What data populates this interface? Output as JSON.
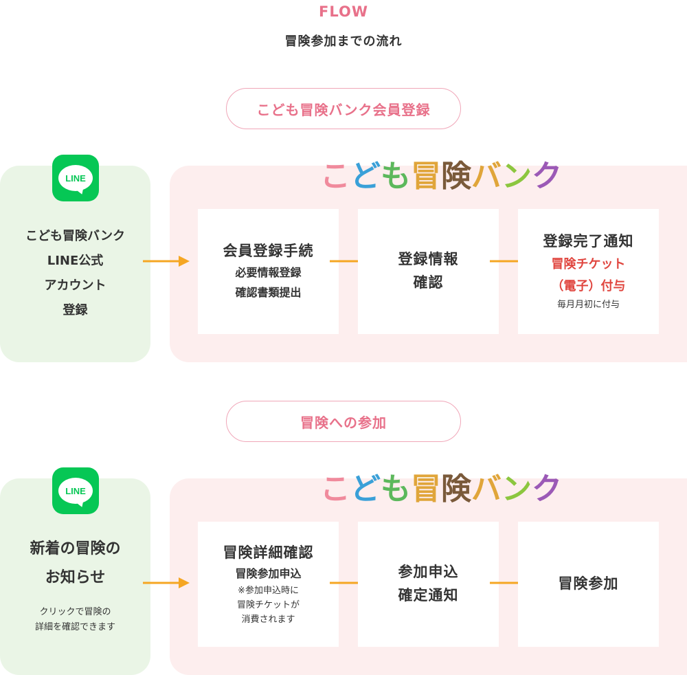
{
  "header": {
    "flow_label": "FLOW",
    "title": "冒険参加までの流れ"
  },
  "colors": {
    "accent_pink": "#e8718a",
    "arrow_orange": "#f5a623",
    "line_green": "#06c755",
    "red_text": "#e0463f"
  },
  "logo": {
    "chars": [
      {
        "char": "こ",
        "color": "#f08a9c"
      },
      {
        "char": "ど",
        "color": "#3aa0d8"
      },
      {
        "char": "も",
        "color": "#5cb85c"
      },
      {
        "char": "冒",
        "color": "#e0a53a"
      },
      {
        "char": "険",
        "color": "#7a5a3a"
      },
      {
        "char": "バ",
        "color": "#e0a53a"
      },
      {
        "char": "ン",
        "color": "#8cc63f"
      },
      {
        "char": "ク",
        "color": "#9b59b6"
      }
    ]
  },
  "section1": {
    "pill": "こども冒険バンク会員登録",
    "line_icon_text": "LINE",
    "left_lines": [
      "こども冒険バンク",
      "LINE公式",
      "アカウント",
      "登録"
    ],
    "cards": [
      {
        "title": "会員登録手続",
        "lines": [
          "必要情報登録",
          "確認書類提出"
        ]
      },
      {
        "title_lines": [
          "登録情報",
          "確認"
        ]
      },
      {
        "title": "登録完了通知",
        "red_lines": [
          "冒険チケット",
          "（電子）付与"
        ],
        "small": "毎月月初に付与"
      }
    ]
  },
  "section2": {
    "pill": "冒険への参加",
    "line_icon_text": "LINE",
    "left_lines": [
      "新着の冒険の",
      "お知らせ"
    ],
    "left_small_lines": [
      "クリックで冒険の",
      "詳細を確認できます"
    ],
    "cards": [
      {
        "title": "冒険詳細確認",
        "sub": "冒険参加申込",
        "small_lines": [
          "※参加申込時に",
          "冒険チケットが",
          "消費されます"
        ]
      },
      {
        "title_lines": [
          "参加申込",
          "確定通知"
        ]
      },
      {
        "title": "冒険参加"
      }
    ]
  }
}
